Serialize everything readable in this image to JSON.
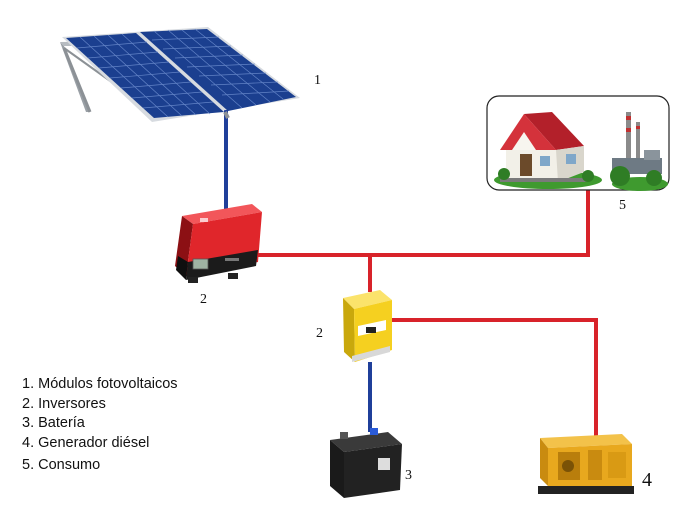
{
  "labels": {
    "solar": "1",
    "inverter_red": "2",
    "inverter_yellow": "2",
    "battery": "3",
    "generator": "4",
    "consumption": "5"
  },
  "legend": [
    "1. Módulos fotovoltaicos",
    "2. Inversores",
    "3. Batería",
    "4. Generador diésel",
    "5. Consumo"
  ],
  "colors": {
    "dc_wire": "#1f3f9a",
    "ac_wire": "#d8232a",
    "inverter_red": "#e0262b",
    "inverter_yellow": "#f5d020",
    "generator": "#e8a81e",
    "house_roof": "#b3202a"
  },
  "icons": [
    "solar-panel-icon",
    "inverter-icon",
    "battery-icon",
    "generator-icon",
    "house-icon",
    "power-plant-icon"
  ]
}
